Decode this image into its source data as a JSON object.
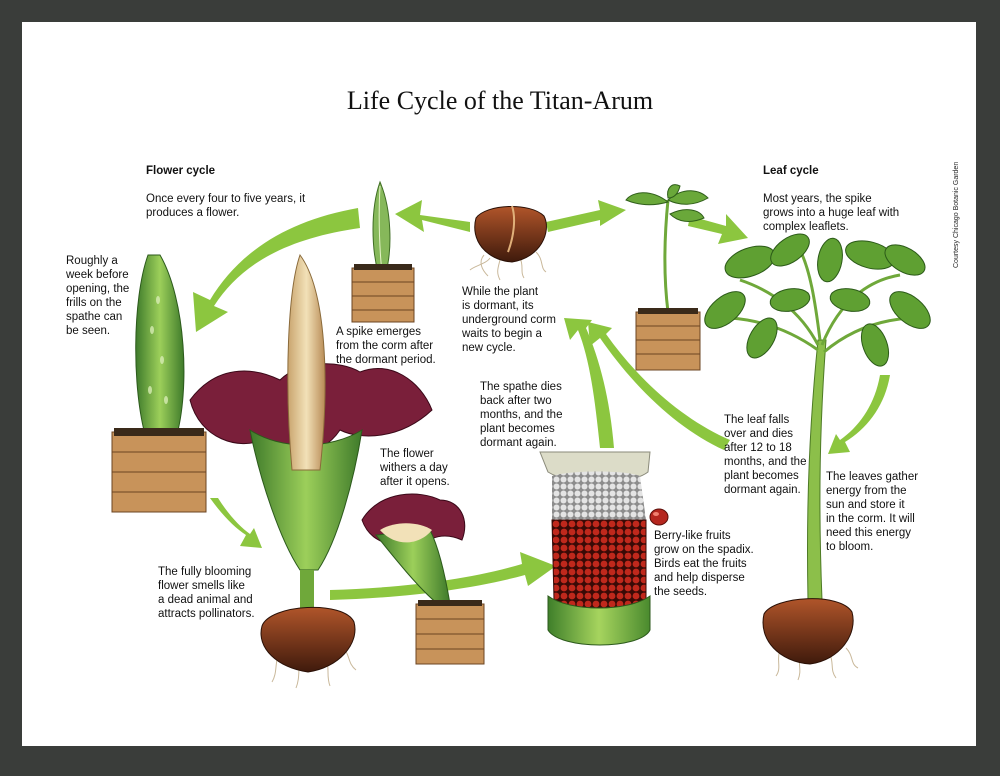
{
  "title": "Life Cycle of the Titan-Arum",
  "credit": "Courtesy Chicago Botanic Garden",
  "flower_cycle": {
    "heading": "Flower cycle",
    "text": "Once every four to five years, it\nproduces a flower."
  },
  "leaf_cycle": {
    "heading": "Leaf cycle",
    "text": "Most years, the spike\ngrows into a huge leaf with\ncomplex leaflets."
  },
  "captions": {
    "frills": "Roughly a\nweek before\nopening, the\nfrills on the\nspathe can\nbe seen.",
    "spike": "A spike emerges\nfrom the corm after\nthe dormant period.",
    "dormant": "While the plant\nis dormant, its\nunderground corm\nwaits to begin a\nnew cycle.",
    "spathe_dies": "The spathe dies\nback after two\nmonths, and the\nplant becomes\ndormant again.",
    "leaf_falls": "The leaf falls\nover and dies\nafter 12 to 18\nmonths, and the\nplant becomes\ndormant again.",
    "withers": "The flower\nwithers a day\nafter it opens.",
    "berries": "Berry-like fruits\ngrow on the spadix.\nBirds eat the fruits\nand help disperse\nthe seeds.",
    "gather": "The leaves gather\nenergy from the\nsun and store it\nin the corm. It will\nneed this energy\nto bloom.",
    "blooming": "The fully blooming\nflower smells like\na dead animal and\nattracts pollinators."
  },
  "colors": {
    "arrow": "#8cc63f",
    "crate": "#c8935a",
    "corm": "#7a3a1e",
    "spathe": "#7a1f3a",
    "leaf": "#5a9a2f",
    "berry": "#b5261e"
  }
}
